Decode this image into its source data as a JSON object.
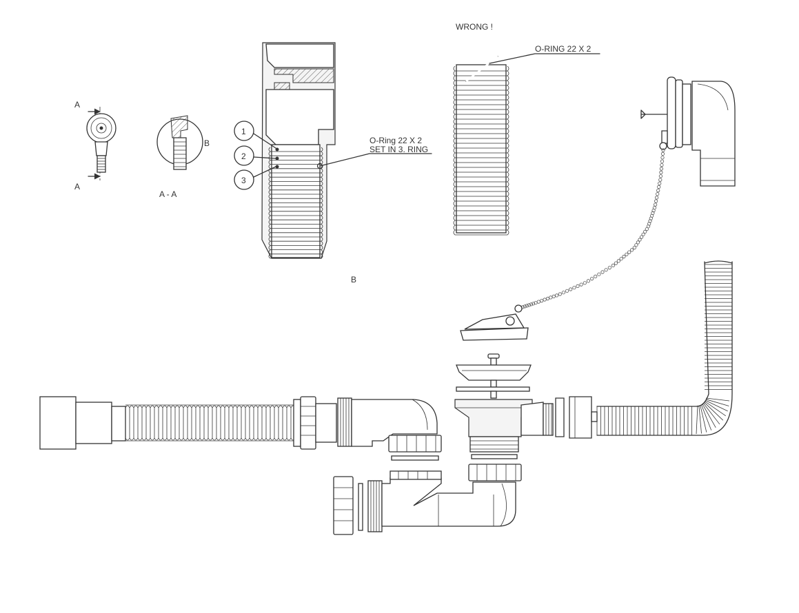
{
  "labels": {
    "section_a_top": "A",
    "section_a_bottom": "A",
    "detail_b_callout": "B",
    "section_view_caption": "A - A",
    "detail_view_caption": "B",
    "wrong_caption": "WRONG !",
    "oring_wrong": "O-RING 22 X 2",
    "oring_right_line1": "O-Ring 22 X 2",
    "oring_right_line2": "SET IN 3. RING",
    "balloon_1": "1",
    "balloon_2": "2",
    "balloon_3": "3"
  },
  "colors": {
    "line": "#333333",
    "background": "#ffffff"
  }
}
